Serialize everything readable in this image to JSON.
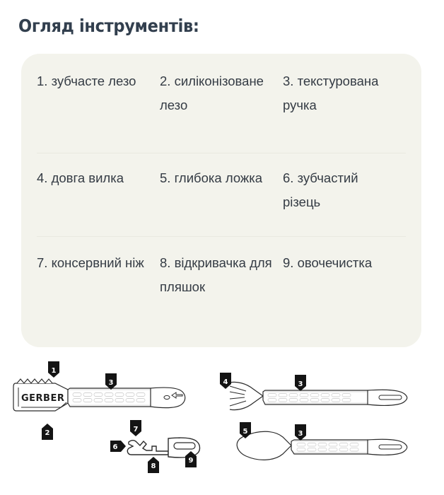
{
  "header": {
    "title": "Огляд інструментів:",
    "title_color": "#323f4e"
  },
  "card": {
    "background_color": "#f3f3ec",
    "divider_color": "#e9e9e0",
    "text_color": "#343b44",
    "rows": [
      [
        {
          "number": "1.",
          "label": "зубчасте лезо",
          "text": "1. зубчасте лезо"
        },
        {
          "number": "2.",
          "label": "силіконізоване лезо",
          "text": "2. силіконізоване лезо"
        },
        {
          "number": "3.",
          "label": "текстурована ручка",
          "text": "3. текстурована ручка"
        }
      ],
      [
        {
          "number": "4.",
          "label": "довга вилка",
          "text": "4. довга вилка"
        },
        {
          "number": "5.",
          "label": "глибока ложка",
          "text": "5. глибока ложка"
        },
        {
          "number": "6.",
          "label": "зубчастий різець",
          "text": "6. зубчастий різець"
        }
      ],
      [
        {
          "number": "7.",
          "label": "консервний ніж",
          "text": "7. консервний ніж"
        },
        {
          "number": "8.",
          "label": "відкривачка для пляшок",
          "text": "8. відкривачка для пляшок"
        },
        {
          "number": "9.",
          "label": "овочечистка",
          "text": "9. овочечистка"
        }
      ]
    ]
  },
  "illustration": {
    "brand_text": "GERBER",
    "line_color": "#2b2b2b",
    "badge_color": "#141414",
    "badge_text_color": "#ffffff",
    "items": [
      {
        "tool": "serrated-knife",
        "badges": [
          "1",
          "2",
          "3"
        ]
      },
      {
        "tool": "fork",
        "badges": [
          "4",
          "3"
        ]
      },
      {
        "tool": "multi-tool",
        "badges": [
          "6",
          "7",
          "8",
          "9"
        ]
      },
      {
        "tool": "spoon",
        "badges": [
          "5",
          "3"
        ]
      }
    ],
    "badges": {
      "b1": "1",
      "b2": "2",
      "b3a": "3",
      "b4": "4",
      "b3b": "3",
      "b5": "5",
      "b3c": "3",
      "b6": "6",
      "b7": "7",
      "b8": "8",
      "b9": "9"
    }
  }
}
